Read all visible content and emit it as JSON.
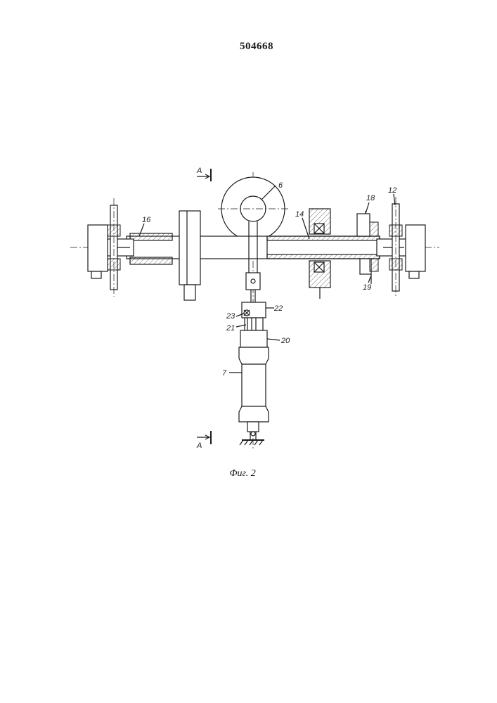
{
  "document": {
    "patent_number": "504668",
    "figure_caption": "Фиг. 2"
  },
  "labels": {
    "section_mark": "A",
    "n6": "6",
    "n7": "7",
    "n12": "12",
    "n14": "14",
    "n16": "16",
    "n18": "18",
    "n19": "19",
    "n20": "20",
    "n21": "21",
    "n22": "22",
    "n23": "23"
  }
}
